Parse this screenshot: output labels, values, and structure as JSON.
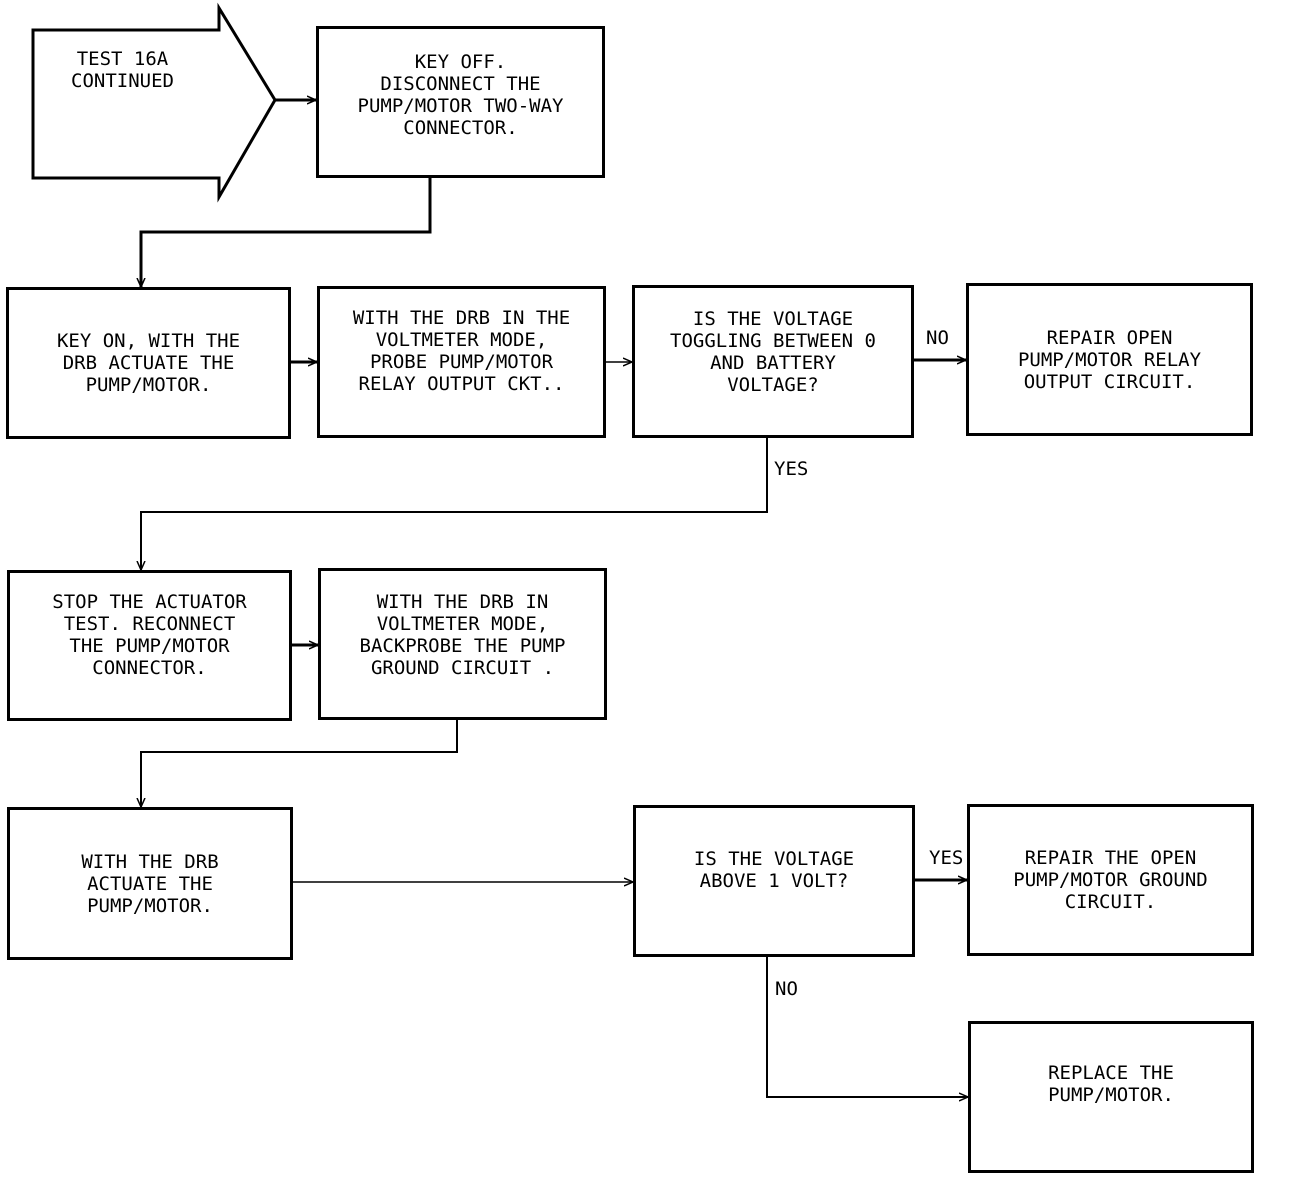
{
  "start": {
    "text": "TEST 16A\nCONTINUED"
  },
  "nodes": {
    "key_off": "KEY OFF.\nDISCONNECT THE\nPUMP/MOTOR TWO-WAY\nCONNECTOR.",
    "key_on": "KEY ON, WITH THE\nDRB ACTUATE THE\nPUMP/MOTOR.",
    "probe_relay": "WITH THE DRB IN THE\nVOLTMETER MODE,\nPROBE PUMP/MOTOR\nRELAY OUTPUT CKT..",
    "toggling_question": "IS THE VOLTAGE\nTOGGLING BETWEEN 0\nAND BATTERY\nVOLTAGE?",
    "repair_relay": "REPAIR OPEN\nPUMP/MOTOR RELAY\nOUTPUT CIRCUIT.",
    "stop_test": "STOP THE ACTUATOR\nTEST. RECONNECT\nTHE PUMP/MOTOR\nCONNECTOR.",
    "backprobe": "WITH THE DRB IN\nVOLTMETER MODE,\nBACKPROBE THE PUMP\nGROUND CIRCUIT .",
    "actuate": "WITH THE DRB\nACTUATE THE\nPUMP/MOTOR.",
    "above_question": "IS THE VOLTAGE\nABOVE 1 VOLT?",
    "repair_ground": "REPAIR THE OPEN\nPUMP/MOTOR GROUND\nCIRCUIT.",
    "replace": "REPLACE THE\nPUMP/MOTOR."
  },
  "edge_labels": {
    "toggling_no": "NO",
    "toggling_yes": "YES",
    "above_yes": "YES",
    "above_no": "NO"
  }
}
